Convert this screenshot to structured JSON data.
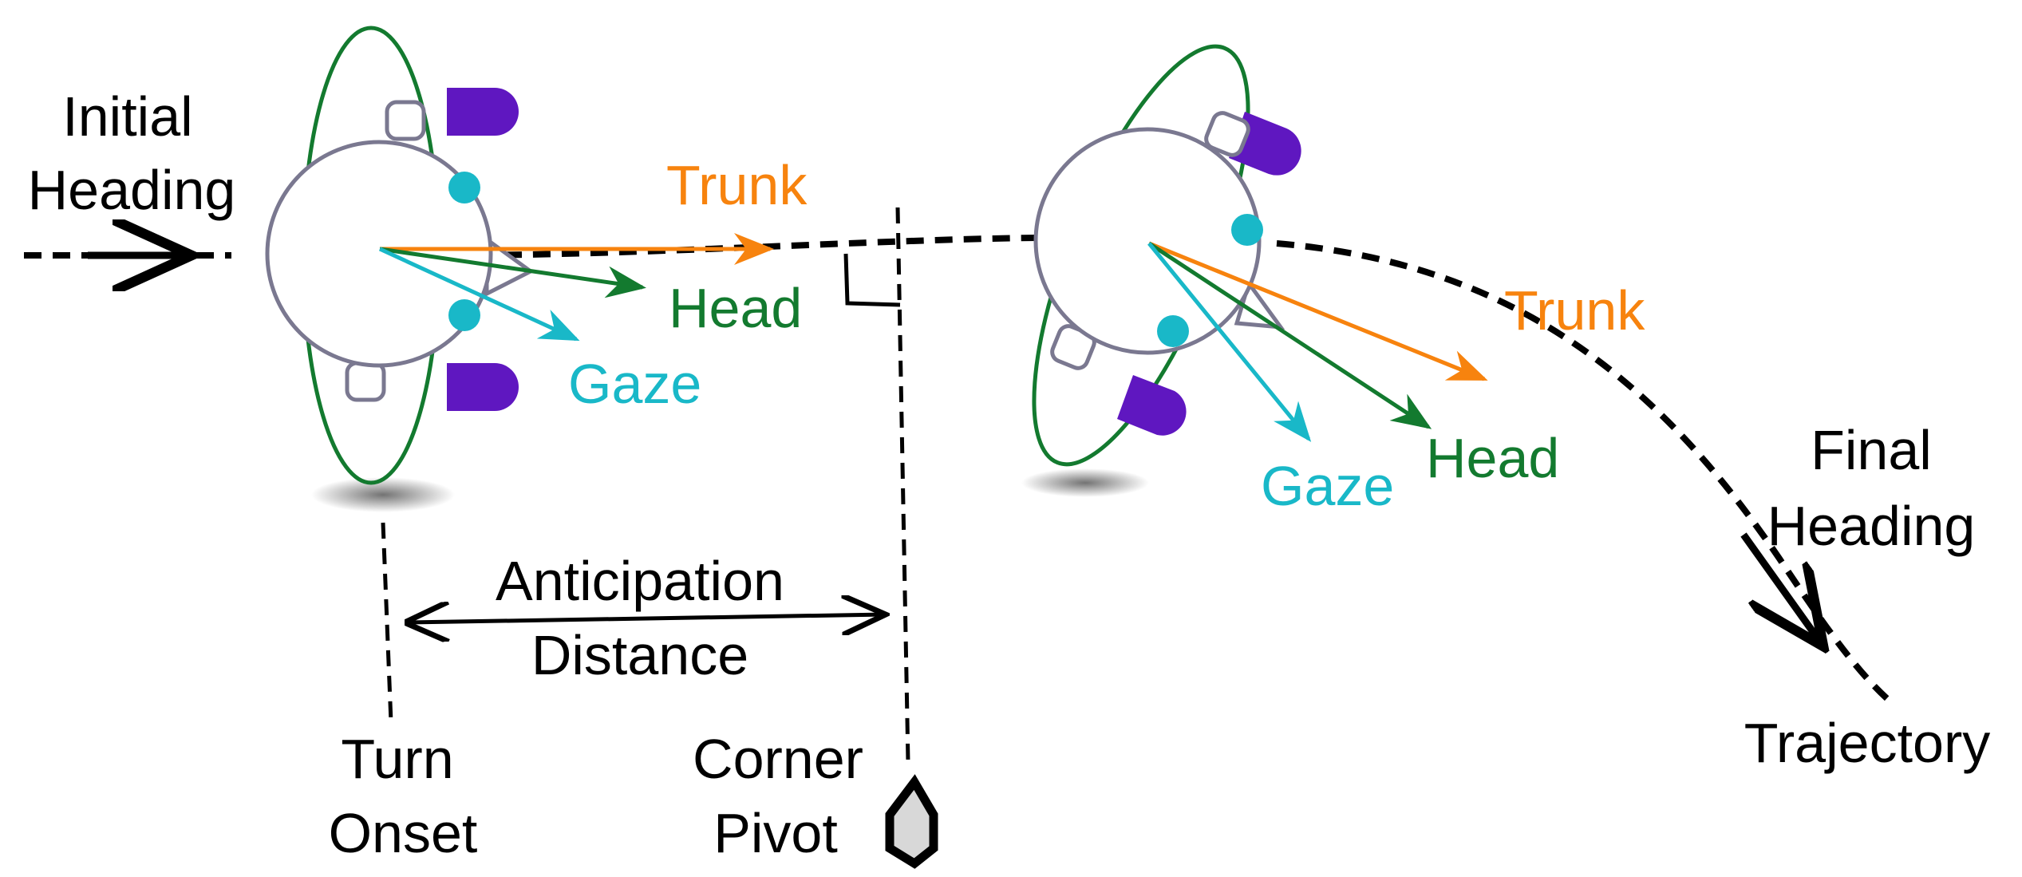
{
  "labels": {
    "initial_heading_line1": "Initial",
    "initial_heading_line2": "Heading",
    "trunk_left": "Trunk",
    "head_left": "Head",
    "gaze_left": "Gaze",
    "trunk_right": "Trunk",
    "head_right": "Head",
    "gaze_right": "Gaze",
    "final_heading_line1": "Final",
    "final_heading_line2": "Heading",
    "anticipation_line1": "Anticipation",
    "anticipation_line2": "Distance",
    "turn_onset_line1": "Turn",
    "turn_onset_line2": "Onset",
    "corner_pivot_line1": "Corner",
    "corner_pivot_line2": "Pivot",
    "trajectory": "Trajectory"
  },
  "colors": {
    "trunk": "#f7830e",
    "head": "#137a2f",
    "gaze": "#19b8c8",
    "body_outline": "#7a7890",
    "eye": "#19b8c8",
    "shoulder": "#137a2f",
    "foot": "#5f17c0",
    "path": "#000000",
    "pivot_fill": "#d8d8d8"
  },
  "icons": {
    "pivot": "hexagon-icon"
  }
}
